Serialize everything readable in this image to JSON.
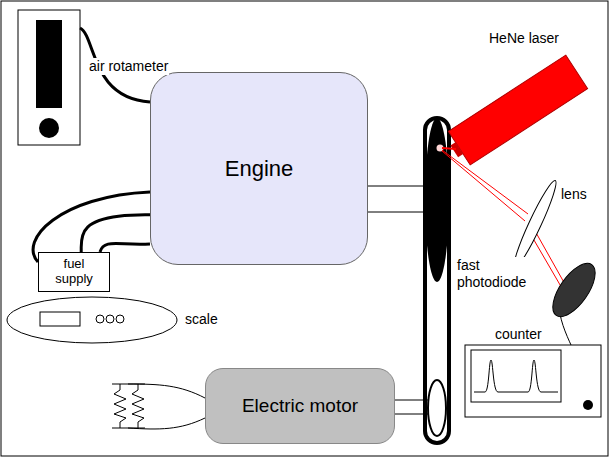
{
  "diagram": {
    "nodes": [
      {
        "text": [
          "Engine"
        ]
      },
      {
        "text": [
          "fuel supply"
        ]
      },
      {
        "text": [
          "Electric motor"
        ]
      }
    ],
    "edges": [
      {
        "from": 1,
        "to": 0,
        "arrow": "none"
      }
    ],
    "labels": [
      "air rotameter",
      "HeNe laser",
      "lens",
      "fast photodiode",
      "counter",
      "scale"
    ]
  }
}
